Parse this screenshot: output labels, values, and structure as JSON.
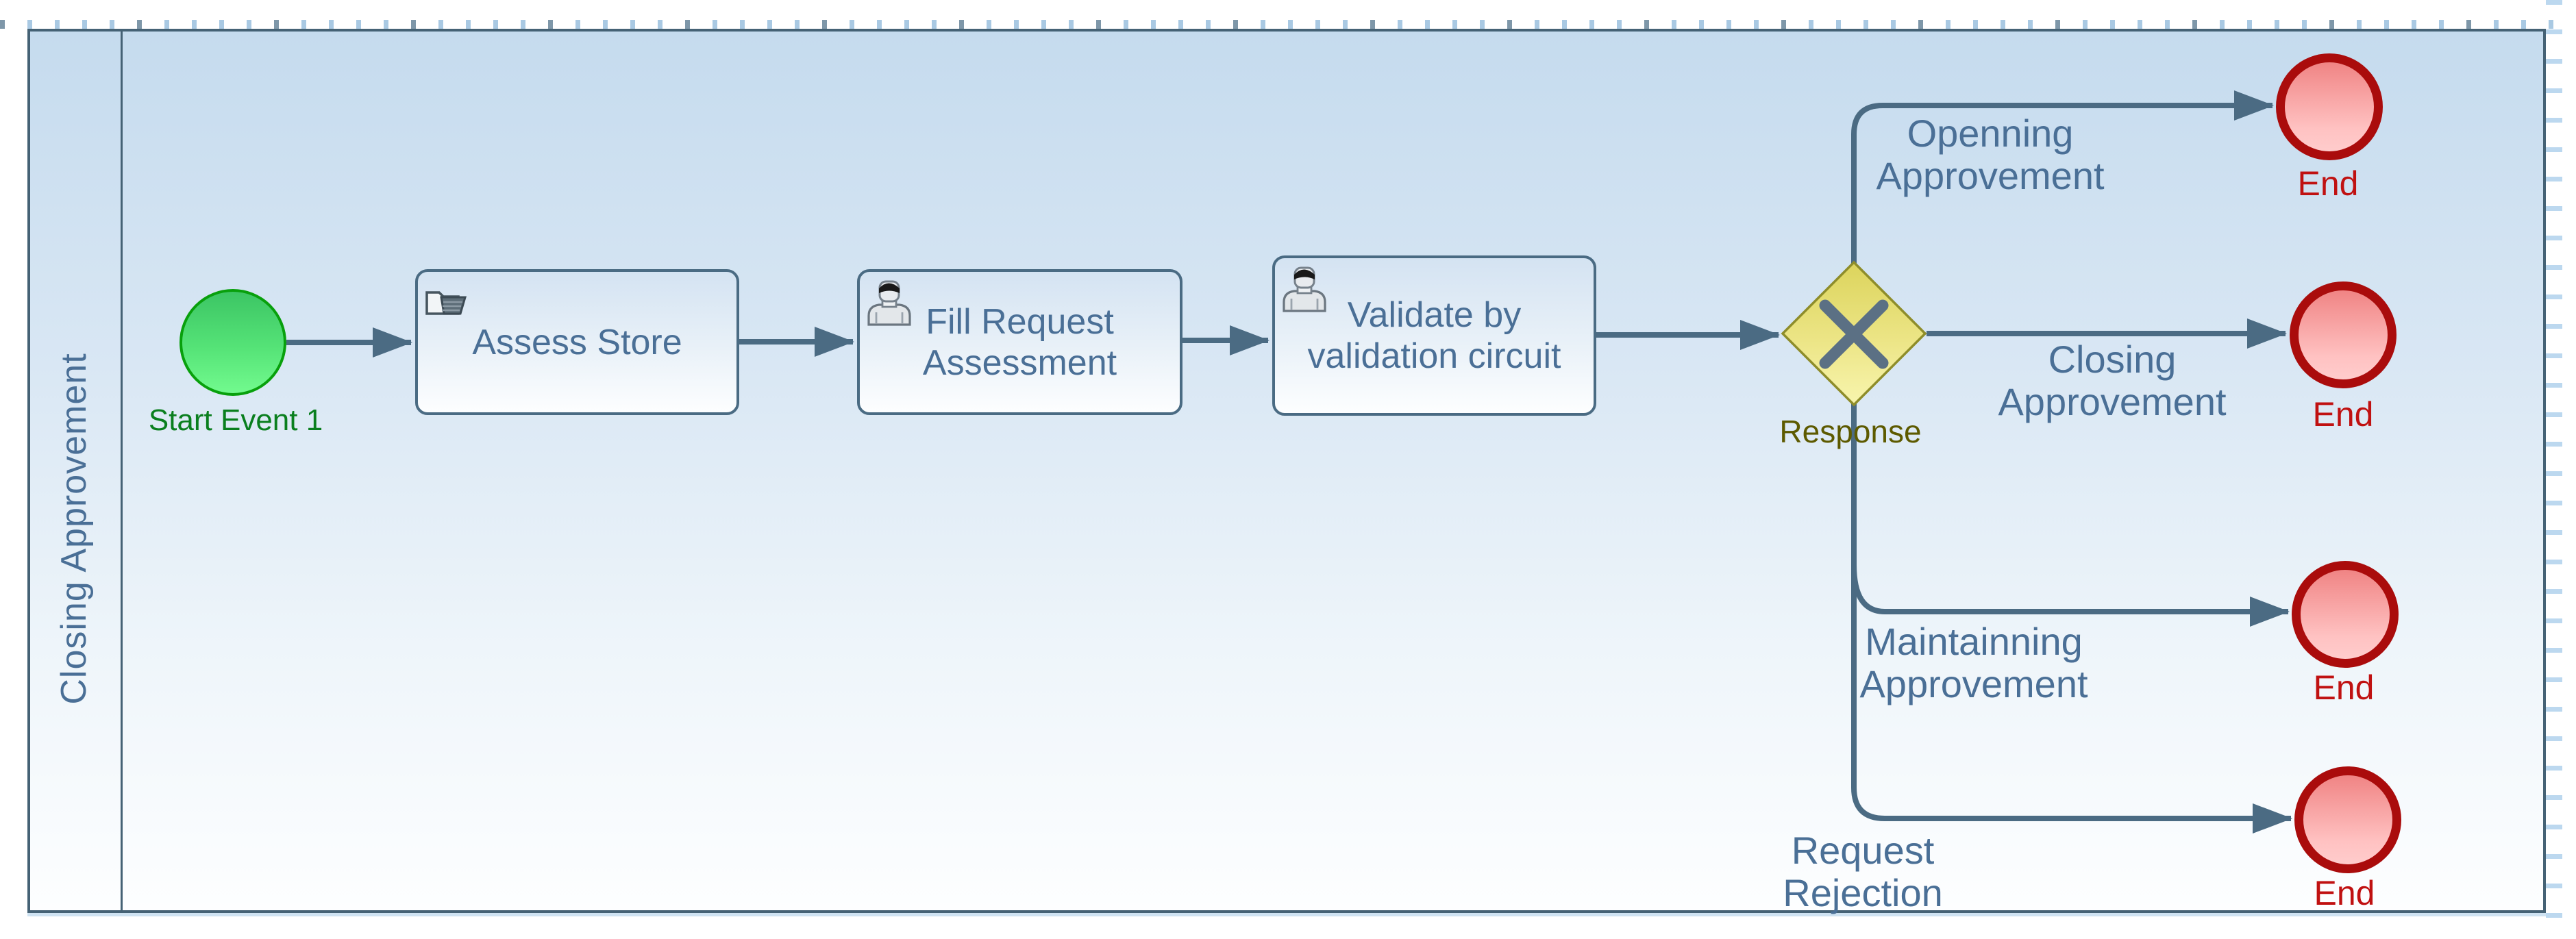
{
  "diagram": {
    "lane_label": "Closing Approvement",
    "start_event": {
      "label": "Start Event 1"
    },
    "tasks": [
      {
        "label": "Assess Store",
        "icon": "folder-icon"
      },
      {
        "label": "Fill Request Assessment",
        "icon": "user-icon"
      },
      {
        "label": "Validate by validation circuit",
        "icon": "user-icon"
      }
    ],
    "gateway": {
      "label": "Response",
      "type": "exclusive-x"
    },
    "branches": [
      {
        "label": "Openning Approvement",
        "end_label": "End"
      },
      {
        "label": "Closing Approvement",
        "end_label": "End"
      },
      {
        "label": "Maintainning Approvement",
        "end_label": "End"
      },
      {
        "label": "Request Rejection",
        "end_label": "End"
      }
    ]
  },
  "colors": {
    "pool_border": "#456275",
    "flow_line": "#4b6b83",
    "label_text": "#4a6f96",
    "start_fill": "#55e377",
    "start_border": "#08a00c",
    "start_text": "#0a7f1e",
    "end_fill": "#ffc2c2",
    "end_border": "#aa0c0c",
    "end_text": "#c01111",
    "gateway_fill": "#ece364",
    "gateway_border": "#8e8d2a",
    "gateway_text": "#5d5a00",
    "canvas_top": "#c5dbee",
    "canvas_bottom": "#fdfeff"
  }
}
